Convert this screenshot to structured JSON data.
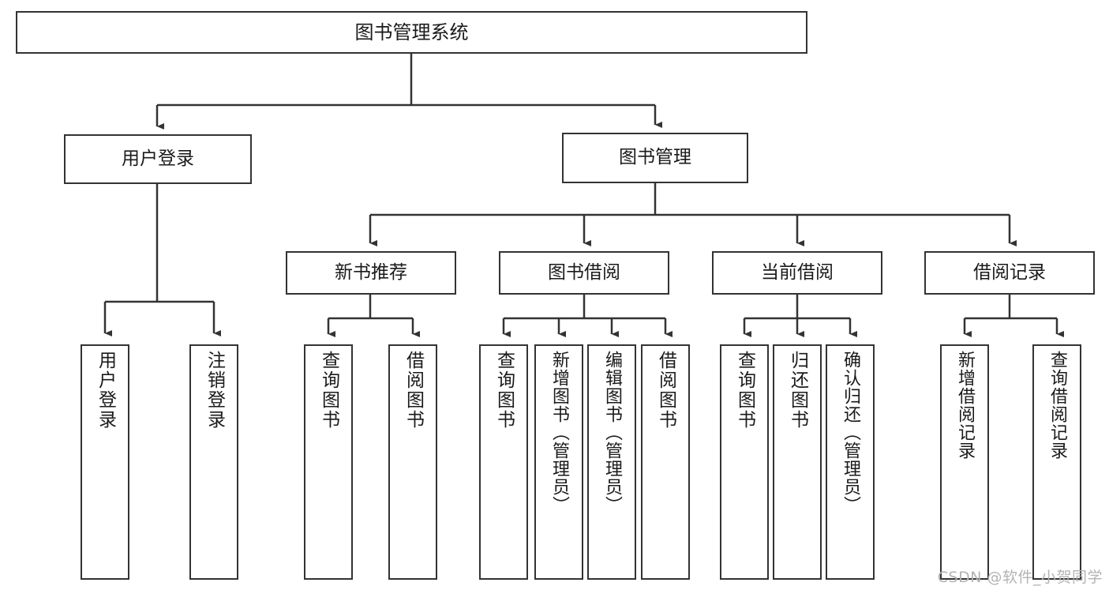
{
  "diagram": {
    "title": "图书管理系统",
    "type": "tree-hierarchy",
    "watermark": "CSDN @软件_小贺同学",
    "levels": {
      "level1": [
        {
          "id": "root",
          "label": "图书管理系统"
        }
      ],
      "level2": [
        {
          "id": "user-login",
          "label": "用户登录"
        },
        {
          "id": "book-manage",
          "label": "图书管理"
        }
      ],
      "level3": [
        {
          "id": "new-book-recommend",
          "label": "新书推荐"
        },
        {
          "id": "book-borrow",
          "label": "图书借阅"
        },
        {
          "id": "current-borrow",
          "label": "当前借阅"
        },
        {
          "id": "borrow-record",
          "label": "借阅记录"
        }
      ],
      "level4": [
        {
          "id": "leaf-user-login",
          "label": "用户登录"
        },
        {
          "id": "leaf-user-logout",
          "label": "注销登录"
        },
        {
          "id": "leaf-query-book-1",
          "label": "查询图书"
        },
        {
          "id": "leaf-borrow-book-1",
          "label": "借阅图书"
        },
        {
          "id": "leaf-query-book-2",
          "label": "查询图书"
        },
        {
          "id": "leaf-add-book",
          "label": "新增图书（管理员）"
        },
        {
          "id": "leaf-edit-book",
          "label": "编辑图书（管理员）"
        },
        {
          "id": "leaf-borrow-book-2",
          "label": "借阅图书"
        },
        {
          "id": "leaf-query-book-3",
          "label": "查询图书"
        },
        {
          "id": "leaf-return-book",
          "label": "归还图书"
        },
        {
          "id": "leaf-confirm-return",
          "label": "确认归还（管理员）"
        },
        {
          "id": "leaf-add-record",
          "label": "新增借阅记录"
        },
        {
          "id": "leaf-query-record",
          "label": "查询借阅记录"
        }
      ]
    },
    "colors": {
      "border": "#333333",
      "fill": "#ffffff",
      "text": "#1a1a1a",
      "edge": "#333333",
      "watermark": "#b3b3b3"
    }
  }
}
